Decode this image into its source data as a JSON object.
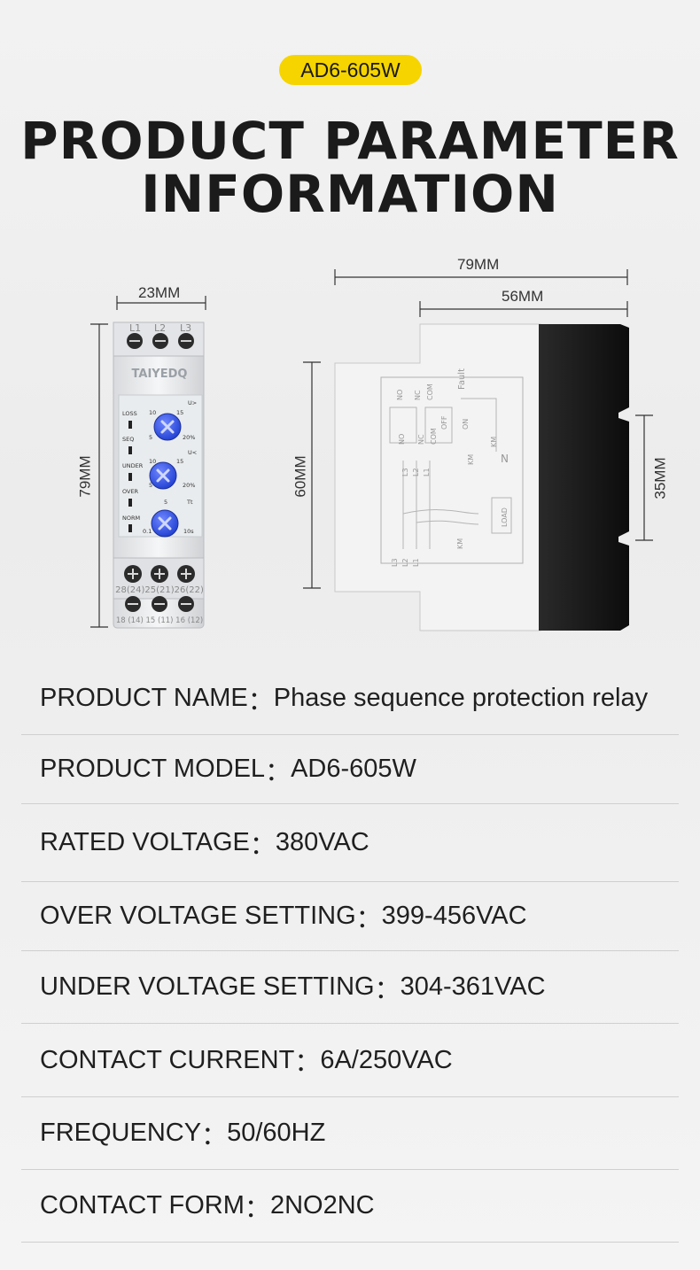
{
  "badge": "AD6-605W",
  "title_line1": "PRODUCT PARAMETER",
  "title_line2": "INFORMATION",
  "dimensions": {
    "front_width": "23MM",
    "front_height": "79MM",
    "side_depth_total": "79MM",
    "side_depth_body": "56MM",
    "side_height": "60MM",
    "rail_width": "35MM"
  },
  "device": {
    "brand": "TAIYEDQ",
    "top_terminals": [
      "L1",
      "L2",
      "L3"
    ],
    "indicators": [
      "LOSS",
      "SEQ",
      "UNDER",
      "OVER",
      "NORM"
    ],
    "knobs": [
      {
        "label": "U>",
        "min": "5",
        "mid": "10",
        "max": "15",
        "end": "20%"
      },
      {
        "label": "U<",
        "min": "5",
        "mid": "10",
        "max": "15",
        "end": "20%"
      },
      {
        "label": "Tt",
        "min": "0.1",
        "mid": "5",
        "end": "10s"
      }
    ],
    "bottom_row1": "28(24)25(21)26(22)",
    "bottom_row2": "18 (14) 15 (11) 16 (12)",
    "side_labels": [
      "NO",
      "NC",
      "COM",
      "Fault",
      "OFF",
      "ON",
      "KM",
      "N",
      "L3",
      "L2",
      "L1",
      "LOAD"
    ]
  },
  "specs": [
    {
      "label": "PRODUCT NAME",
      "value": "Phase sequence protection relay"
    },
    {
      "label": "PRODUCT MODEL",
      "value": "AD6-605W"
    },
    {
      "label": "RATED VOLTAGE",
      "value": "380VAC"
    },
    {
      "label": "OVER VOLTAGE SETTING",
      "value": "399-456VAC"
    },
    {
      "label": "UNDER VOLTAGE SETTING",
      "value": "304-361VAC"
    },
    {
      "label": "CONTACT CURRENT",
      "value": "6A/250VAC"
    },
    {
      "label": "FREQUENCY",
      "value": "50/60HZ"
    },
    {
      "label": "CONTACT FORM",
      "value": "2NO2NC"
    }
  ],
  "separator": "："
}
